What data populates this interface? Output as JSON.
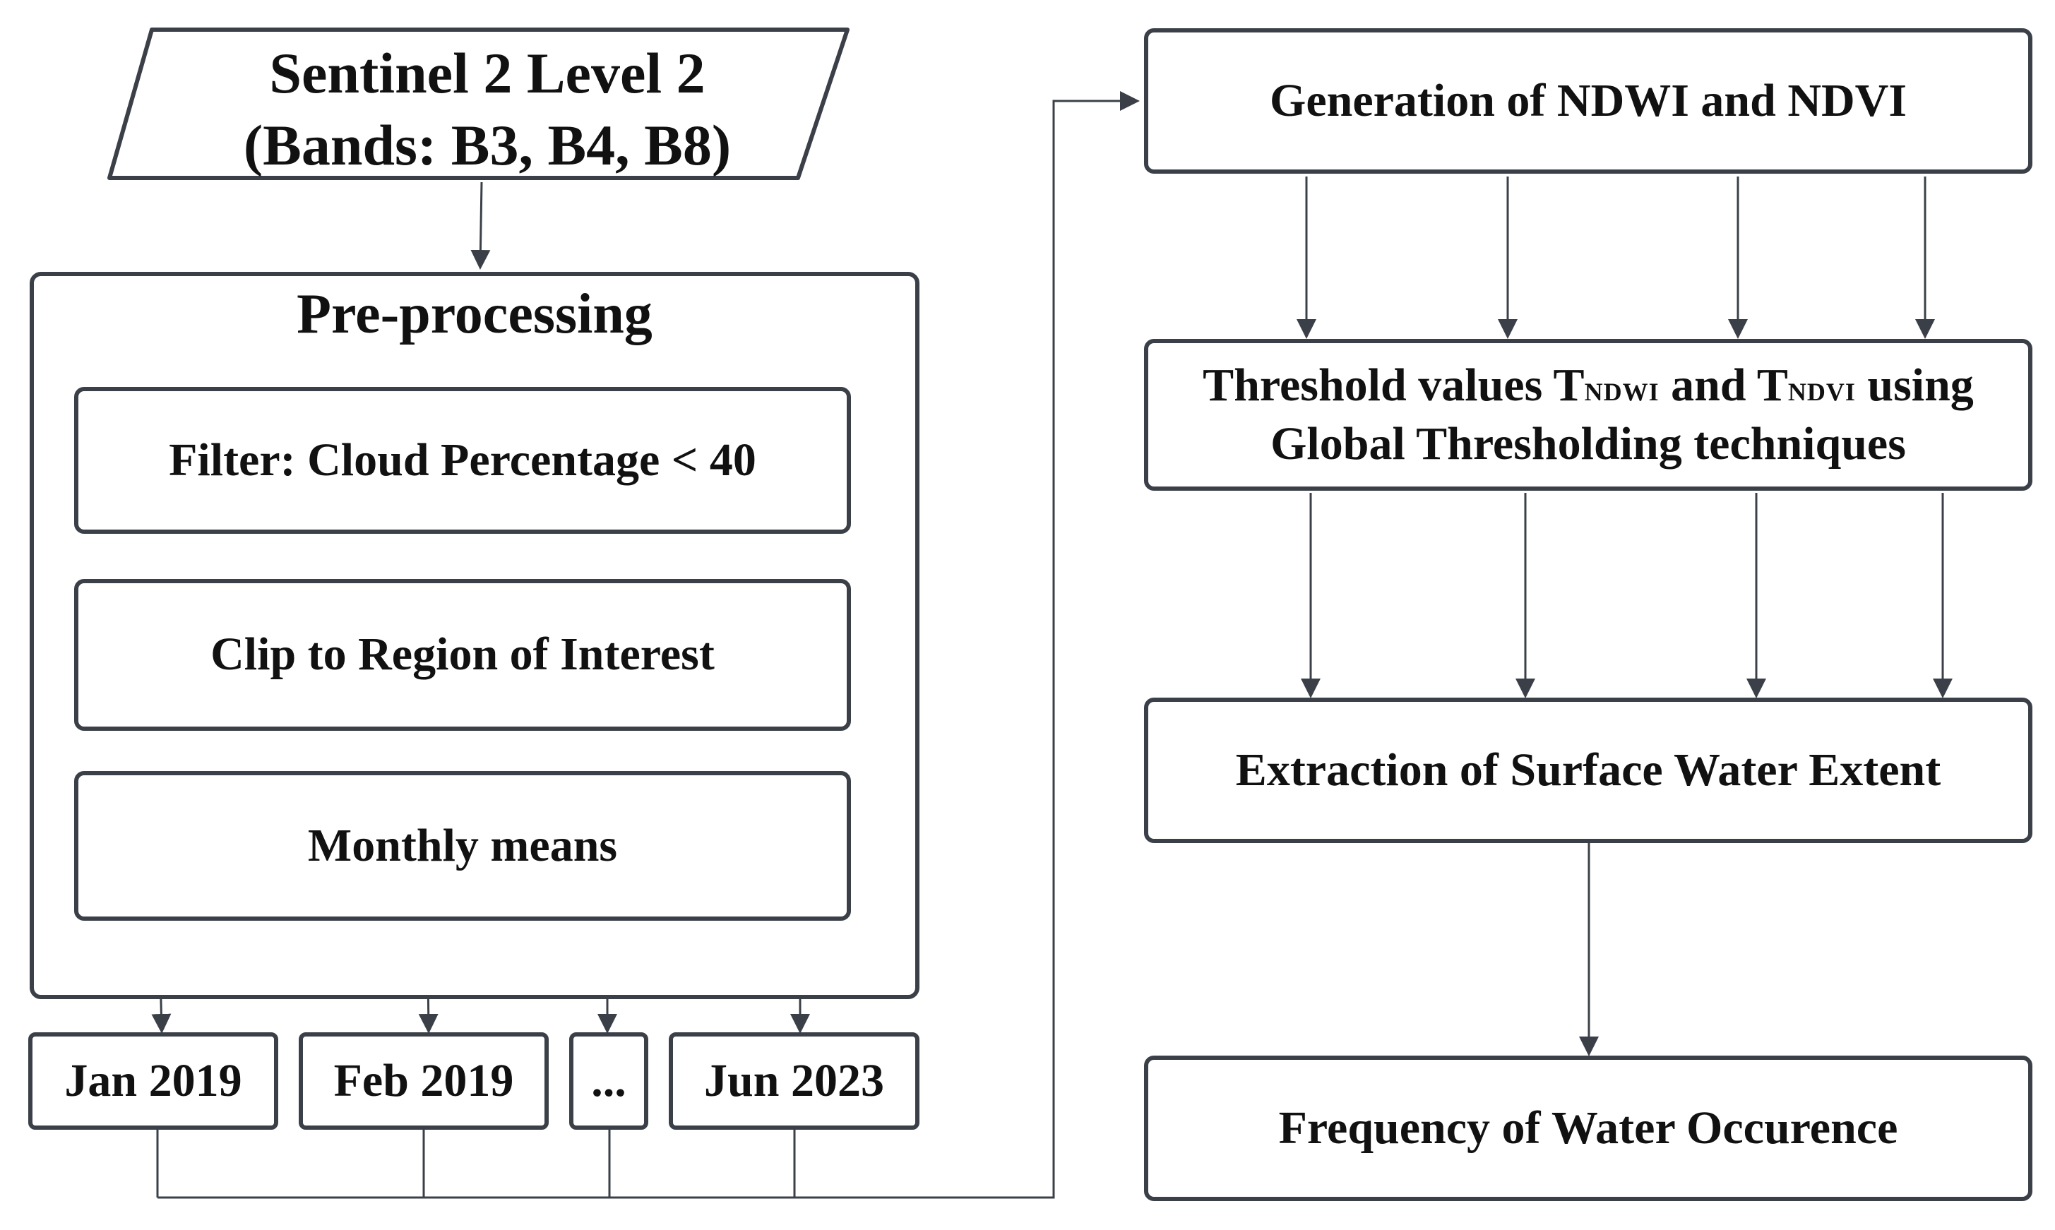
{
  "source": {
    "line1": "Sentinel 2 Level 2",
    "line2": "(Bands: B3, B4, B8)"
  },
  "preprocessing": {
    "title": "Pre-processing",
    "steps": [
      "Filter: Cloud Percentage < 40",
      "Clip to Region of Interest",
      "Monthly means"
    ]
  },
  "months": [
    "Jan 2019",
    "Feb 2019",
    "...",
    "Jun 2023"
  ],
  "pipeline": {
    "generation": "Generation of NDWI and NDVI",
    "threshold": {
      "part1": "Threshold values T",
      "sub1": "NDWI",
      "part2": " and T",
      "sub2": "NDVI",
      "part3": " using",
      "line2": "Global Thresholding techniques"
    },
    "extraction": "Extraction of Surface Water Extent",
    "frequency": "Frequency of Water Occurence"
  },
  "colors": {
    "stroke": "#3b4048",
    "text": "#111111",
    "background": "#ffffff"
  }
}
